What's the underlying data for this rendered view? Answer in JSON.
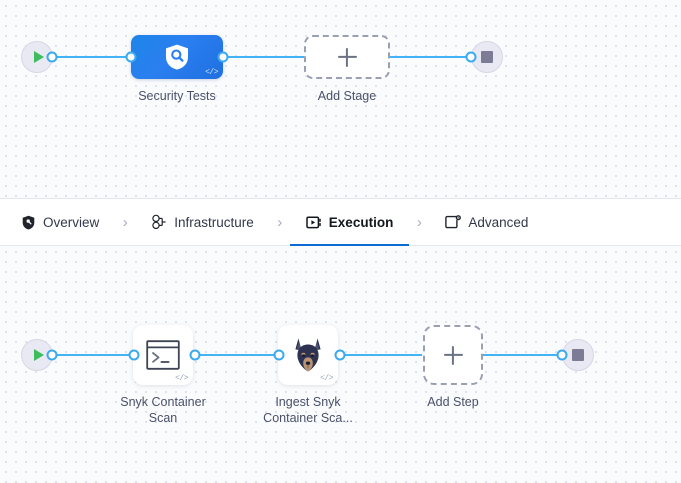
{
  "stages_canvas": {
    "start_node": {
      "name": "pipeline-start",
      "icon": "play-icon"
    },
    "end_node": {
      "name": "pipeline-end",
      "icon": "stop-icon"
    },
    "stage": {
      "label": "Security Tests",
      "icon": "shield-search-icon",
      "code_glyph": "</>",
      "color": "#2b7ff0"
    },
    "add_stage": {
      "label": "Add Stage",
      "icon": "plus-icon"
    }
  },
  "tabs": {
    "items": [
      {
        "label": "Overview",
        "icon": "shield-icon",
        "active": false
      },
      {
        "label": "Infrastructure",
        "icon": "nodes-icon",
        "active": false
      },
      {
        "label": "Execution",
        "icon": "play-screen-icon",
        "active": true
      },
      {
        "label": "Advanced",
        "icon": "card-gear-icon",
        "active": false
      }
    ],
    "separator": "›",
    "active_underline_color": "#0b6bd3"
  },
  "steps_canvas": {
    "start_node": {
      "name": "execution-start",
      "icon": "play-icon"
    },
    "end_node": {
      "name": "execution-end",
      "icon": "stop-icon"
    },
    "steps": [
      {
        "label": "Snyk Container\nScan",
        "icon": "terminal-icon",
        "code_glyph": "</>"
      },
      {
        "label": "Ingest Snyk\nContainer Sca...",
        "icon": "doberman-icon",
        "code_glyph": "</>"
      }
    ],
    "add_step": {
      "label": "Add Step",
      "icon": "plus-icon"
    }
  },
  "theme": {
    "link_color": "#42b3f5",
    "canvas_bg": "#fafbfd",
    "grid_dot": "#d4dae6",
    "terminal_bg": "#e9e9f4",
    "play_green": "#3dbd5e",
    "stop_gray": "#7c7c96"
  }
}
